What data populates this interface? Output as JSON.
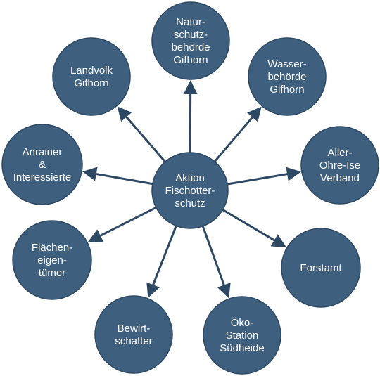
{
  "diagram": {
    "center": {
      "lines": [
        "Aktion",
        "Fischotter-",
        "schutz"
      ]
    },
    "nodes": [
      {
        "id": "naturschutzbehoerde",
        "lines": [
          "Natur-",
          "schutz-",
          "behörde",
          "Gifhorn"
        ]
      },
      {
        "id": "wasserbehoerde",
        "lines": [
          "Wasser-",
          "behörde",
          "Gifhorn"
        ]
      },
      {
        "id": "aller-ohre-ise-verband",
        "lines": [
          "Aller-",
          "Ohre-Ise",
          "Verband"
        ]
      },
      {
        "id": "forstamt",
        "lines": [
          "Forstamt"
        ]
      },
      {
        "id": "oeko-station",
        "lines": [
          "Öko-",
          "Station",
          "Südheide"
        ]
      },
      {
        "id": "bewirtschafter",
        "lines": [
          "Bewirt-",
          "schafter"
        ]
      },
      {
        "id": "flaecheneigentuemer",
        "lines": [
          "Flächen-",
          "eigen-",
          "tümer"
        ]
      },
      {
        "id": "anrainer",
        "lines": [
          "Anrainer",
          "&",
          "Interessierte"
        ]
      },
      {
        "id": "landvolk",
        "lines": [
          "Landvolk",
          "Gifhorn"
        ]
      }
    ]
  },
  "colors": {
    "node_fill": "#3f5f7f",
    "arrow": "#2c4863",
    "text": "#ffffff"
  }
}
